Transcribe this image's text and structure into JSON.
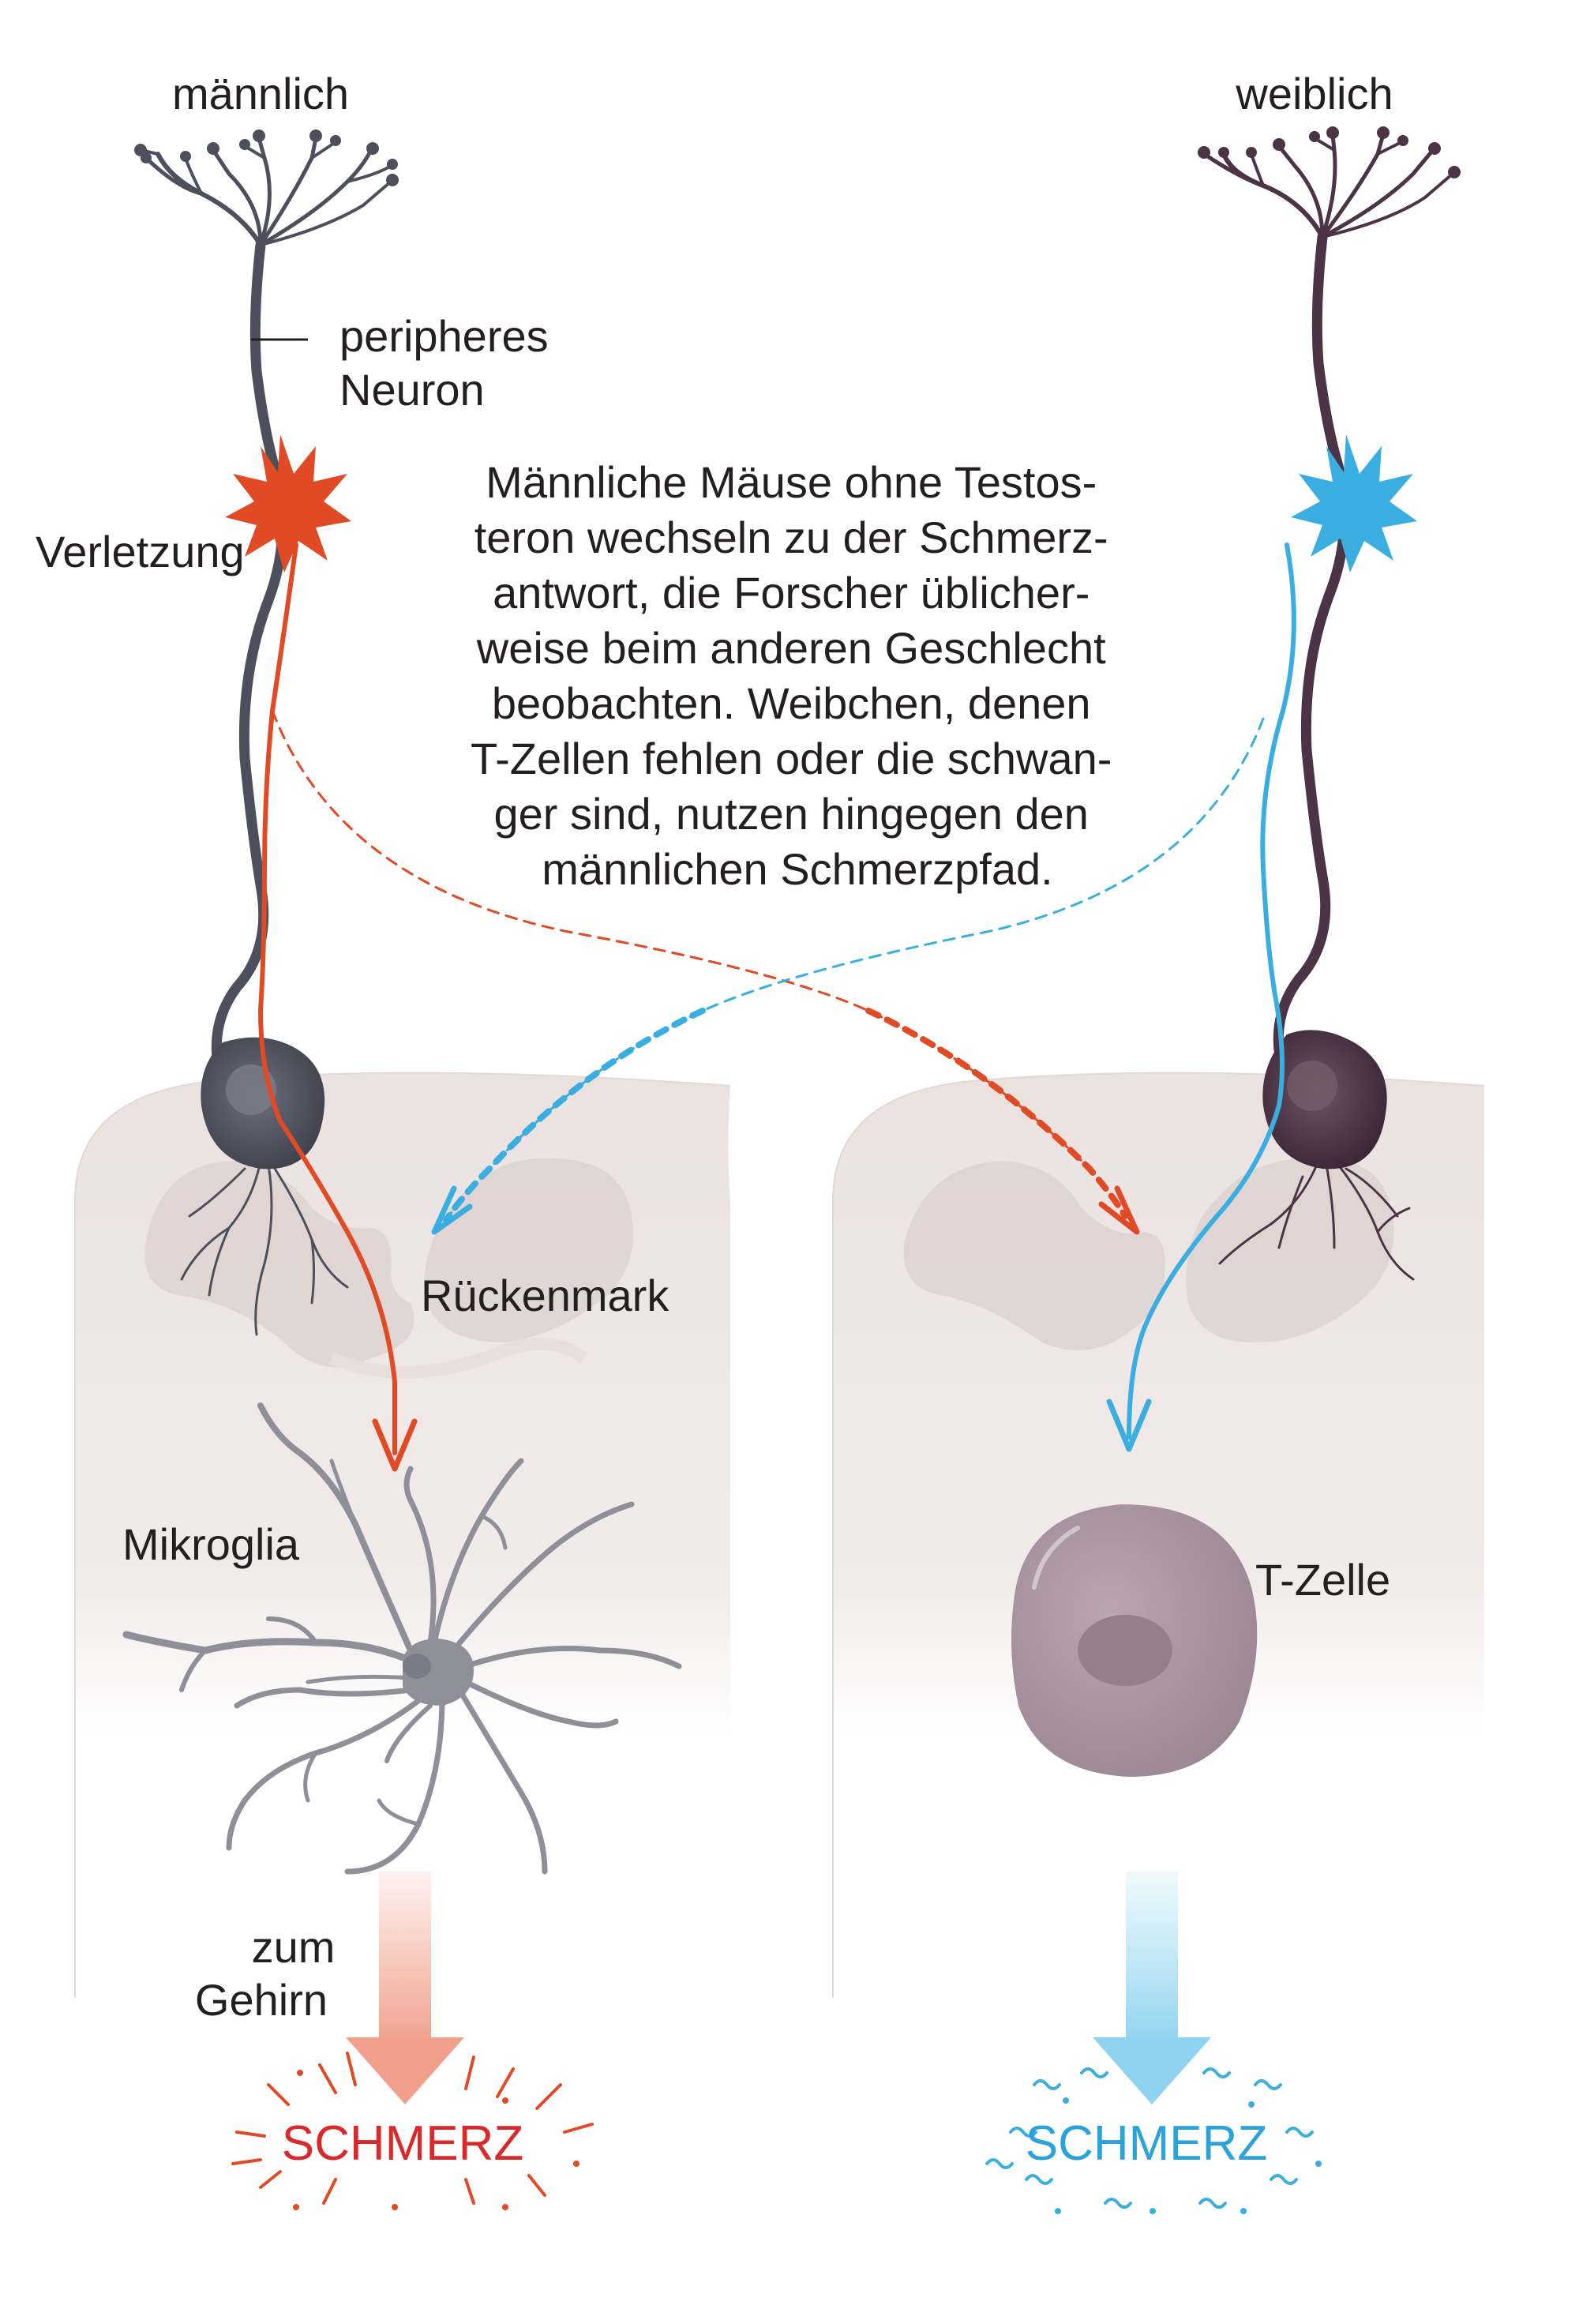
{
  "labels": {
    "male": "männlich",
    "female": "weiblich",
    "peripheral_neuron": [
      "peripheres",
      "Neuron"
    ],
    "injury": "Verletzung",
    "spinal_cord": "Rückenmark",
    "microglia": "Mikroglia",
    "t_cell": "T-Zelle",
    "to_brain": [
      "zum",
      "Gehirn"
    ],
    "pain_male": "SCHMERZ",
    "pain_female": "SCHMERZ"
  },
  "caption": [
    "Männliche Mäuse ohne Testos-",
    "teron wechseln zu der Schmerz-",
    "antwort, die Forscher üblicher-",
    "weise beim anderen Geschlecht",
    "beobachten. Weibchen, denen",
    "T-Zellen fehlen oder die schwan-",
    "ger sind, nutzen hingegen den",
    "männlichen Schmerzpfad."
  ],
  "colors": {
    "male_path": "#e04a25",
    "female_path": "#3aaee0",
    "male_neuron": "#4d4f5c",
    "female_neuron": "#4a3445",
    "spinal_cord": "#ece3e1",
    "grey_matter": "#ddd1cf",
    "microglia": "#8e8f99",
    "t_cell": "#a5909c",
    "pain_red": "#d82a2a",
    "pain_blue": "#2aa2dc"
  }
}
